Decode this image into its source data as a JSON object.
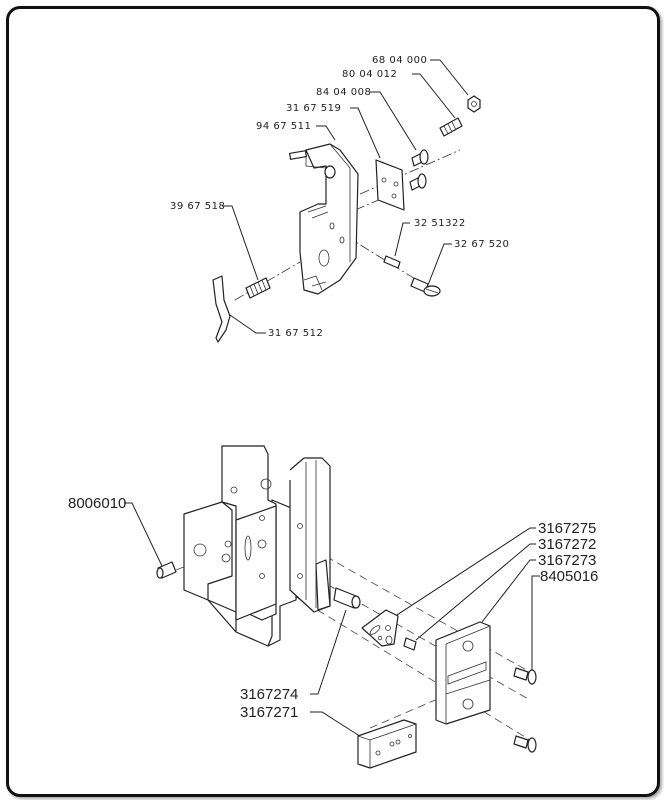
{
  "diagram": {
    "title": "Exploded parts diagram",
    "upper_assembly": {
      "labels": [
        {
          "id": "p1",
          "text": "68 04 000"
        },
        {
          "id": "p2",
          "text": "80 04 012"
        },
        {
          "id": "p3",
          "text": "84 04 008"
        },
        {
          "id": "p4",
          "text": "31 67 519"
        },
        {
          "id": "p5",
          "text": "94 67 511"
        },
        {
          "id": "p6",
          "text": "39 67 518"
        },
        {
          "id": "p7",
          "text": "32 51322"
        },
        {
          "id": "p8",
          "text": "32 67 520"
        },
        {
          "id": "p9",
          "text": "31 67 512"
        }
      ]
    },
    "lower_assembly": {
      "labels": [
        {
          "id": "q1",
          "text": "8006010"
        },
        {
          "id": "q2",
          "text": "3167275"
        },
        {
          "id": "q3",
          "text": "3167272"
        },
        {
          "id": "q4",
          "text": "3167273"
        },
        {
          "id": "q5",
          "text": "8405016"
        },
        {
          "id": "q6",
          "text": "3167274"
        },
        {
          "id": "q7",
          "text": "3167271"
        }
      ]
    }
  }
}
